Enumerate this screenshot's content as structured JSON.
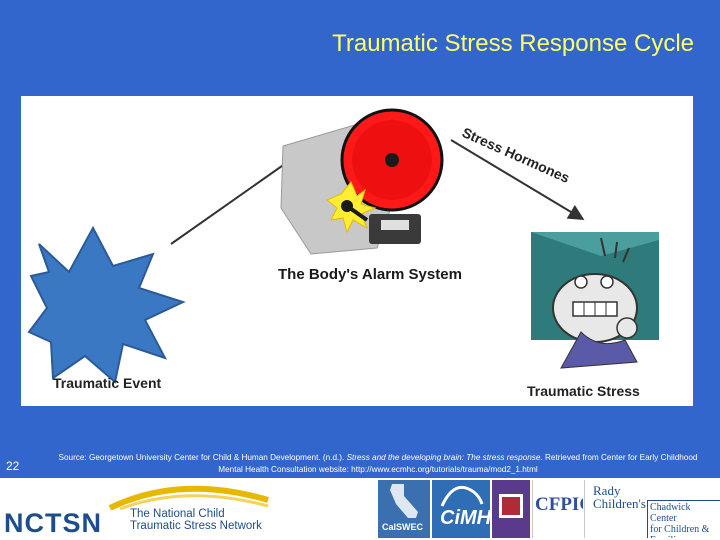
{
  "title": "Traumatic Stress Response Cycle",
  "diagram": {
    "labels": {
      "alarm": "The Body's Alarm System",
      "hormones": "Stress Hormones",
      "event": "Traumatic Event",
      "stress": "Traumatic Stress"
    }
  },
  "slide_number": "22",
  "source": {
    "prefix": "Source: Georgetown University Center for Child & Human Development. (n.d.). ",
    "italic": "Stress and the developing brain: The stress response",
    "suffix": ". Retrieved from Center for Early Childhood Mental Health Consultation website: http://www.ecmhc.org/tutorials/trauma/mod2_1.html"
  },
  "footer": {
    "nctsn": "NCTSN",
    "network_line1": "The National Child",
    "network_line2": "Traumatic Stress Network",
    "calswec": "CalSWEC",
    "cimh": "CiMH",
    "cfpic": "CFPIC",
    "rady_line1": "Rady",
    "rady_line2": "Children's",
    "chadwick_line1": "Chadwick Center",
    "chadwick_line2": "for Children & Families"
  },
  "colors": {
    "background": "#3366cc",
    "title": "#ffff66",
    "bell": "#e8141c",
    "burst": "#3b78c4"
  }
}
